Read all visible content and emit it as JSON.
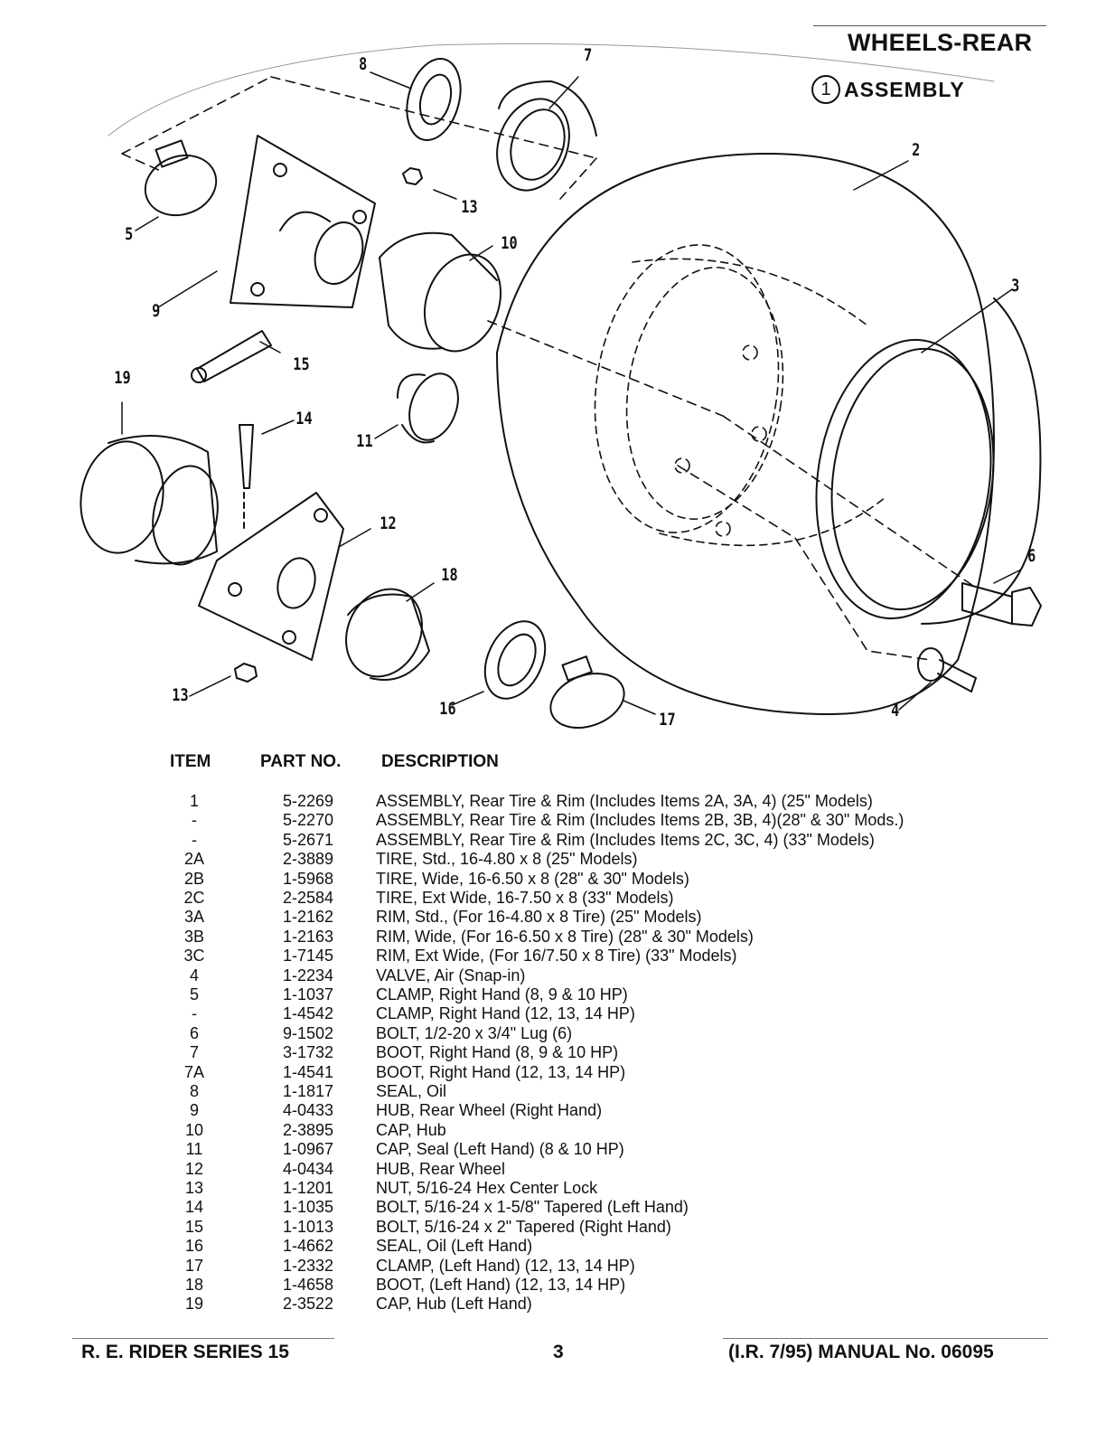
{
  "header": {
    "title": "WHEELS-REAR",
    "section_number": "1",
    "section_label": "ASSEMBLY"
  },
  "diagram": {
    "callouts": [
      "8",
      "7",
      "2",
      "13",
      "5",
      "10",
      "3",
      "9",
      "15",
      "19",
      "14",
      "11",
      "12",
      "18",
      "6",
      "13",
      "16",
      "17",
      "4"
    ]
  },
  "table": {
    "headers": {
      "item": "ITEM",
      "part": "PART NO.",
      "desc": "DESCRIPTION"
    },
    "rows": [
      {
        "item": "1",
        "part": "5-2269",
        "desc": "ASSEMBLY, Rear Tire & Rim (Includes Items 2A, 3A, 4) (25\" Models)"
      },
      {
        "item": "-",
        "part": "5-2270",
        "desc": "ASSEMBLY, Rear Tire & Rim (Includes Items  2B, 3B, 4)(28\" & 30\" Mods.)"
      },
      {
        "item": "-",
        "part": "5-2671",
        "desc": "ASSEMBLY, Rear Tire & Rim (Includes Items 2C, 3C, 4) (33\" Models)"
      },
      {
        "item": "2A",
        "part": "2-3889",
        "desc": "TIRE, Std., 16-4.80 x 8 (25\" Models)"
      },
      {
        "item": "2B",
        "part": "1-5968",
        "desc": "TIRE, Wide, 16-6.50 x 8 (28\" & 30\" Models)"
      },
      {
        "item": "2C",
        "part": "2-2584",
        "desc": "TIRE, Ext Wide, 16-7.50 x 8 (33\" Models)"
      },
      {
        "item": "3A",
        "part": "1-2162",
        "desc": "RIM, Std., (For 16-4.80 x 8 Tire) (25\" Models)"
      },
      {
        "item": "3B",
        "part": "1-2163",
        "desc": "RIM, Wide, (For 16-6.50 x 8 Tire) (28\" & 30\" Models)"
      },
      {
        "item": "3C",
        "part": "1-7145",
        "desc": "RIM, Ext Wide, (For 16/7.50 x 8 Tire) (33\" Models)"
      },
      {
        "item": "4",
        "part": "1-2234",
        "desc": "VALVE, Air (Snap-in)"
      },
      {
        "item": "5",
        "part": "1-1037",
        "desc": "CLAMP, Right Hand (8, 9 & 10 HP)"
      },
      {
        "item": "-",
        "part": "1-4542",
        "desc": "CLAMP, Right Hand (12, 13, 14 HP)"
      },
      {
        "item": "6",
        "part": "9-1502",
        "desc": "BOLT, 1/2-20 x 3/4\" Lug (6)"
      },
      {
        "item": "7",
        "part": "3-1732",
        "desc": "BOOT, Right Hand (8, 9 & 10 HP)"
      },
      {
        "item": "7A",
        "part": "1-4541",
        "desc": "BOOT, Right Hand (12, 13, 14 HP)"
      },
      {
        "item": "8",
        "part": "1-1817",
        "desc": "SEAL, Oil"
      },
      {
        "item": "9",
        "part": "4-0433",
        "desc": "HUB, Rear Wheel (Right Hand)"
      },
      {
        "item": "10",
        "part": "2-3895",
        "desc": "CAP, Hub"
      },
      {
        "item": "11",
        "part": "1-0967",
        "desc": "CAP, Seal (Left Hand) (8 & 10 HP)"
      },
      {
        "item": "12",
        "part": "4-0434",
        "desc": "HUB, Rear Wheel"
      },
      {
        "item": "13",
        "part": "1-1201",
        "desc": "NUT, 5/16-24 Hex Center Lock"
      },
      {
        "item": "14",
        "part": "1-1035",
        "desc": "BOLT, 5/16-24 x 1-5/8\" Tapered (Left Hand)"
      },
      {
        "item": "15",
        "part": "1-1013",
        "desc": "BOLT, 5/16-24 x 2\" Tapered (Right Hand)"
      },
      {
        "item": "16",
        "part": "1-4662",
        "desc": "SEAL, Oil (Left Hand)"
      },
      {
        "item": "17",
        "part": "1-2332",
        "desc": "CLAMP, (Left Hand) (12, 13, 14 HP)"
      },
      {
        "item": "18",
        "part": "1-4658",
        "desc": "BOOT, (Left Hand) (12, 13, 14 HP)"
      },
      {
        "item": "19",
        "part": "2-3522",
        "desc": "CAP, Hub (Left Hand)"
      }
    ]
  },
  "footer": {
    "left": "R. E. RIDER SERIES 15",
    "page": "3",
    "right": "(I.R. 7/95) MANUAL No. 06095"
  }
}
